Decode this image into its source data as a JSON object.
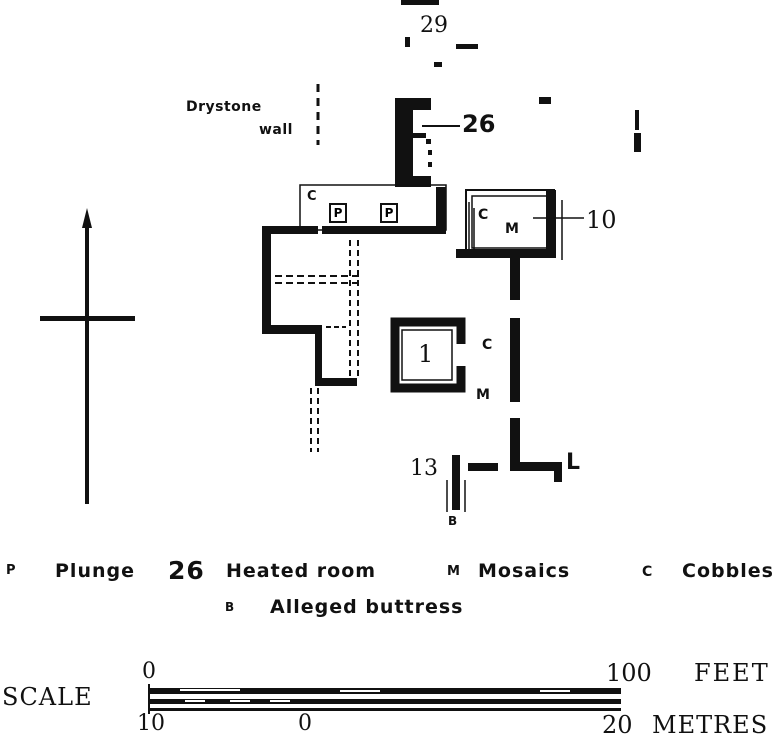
{
  "labels": {
    "room_29": "29",
    "room_26": "26",
    "room_10": "10",
    "room_1": "1",
    "room_13": "13",
    "drystone_line1": "Drystone",
    "drystone_line2": "wall",
    "cobble_c": "C",
    "mosaic_m": "M",
    "plunge_p": "P",
    "buttress_b": "B",
    "corner_l": "L"
  },
  "legend": {
    "plunge_key": "P",
    "plunge_text": "Plunge",
    "heated_key": "26",
    "heated_text": "Heated room",
    "mosaics_key": "M",
    "mosaics_text": "Mosaics",
    "cobbles_key": "C",
    "cobbles_text": "Cobbles",
    "buttress_key": "B",
    "buttress_text": "Alleged buttress"
  },
  "scale": {
    "label": "SCALE",
    "feet_start": "0",
    "feet_end": "100",
    "feet_unit": "FEET",
    "metres_start": "10",
    "metres_zero": "0",
    "metres_end": "20",
    "metres_unit": "METRES"
  }
}
